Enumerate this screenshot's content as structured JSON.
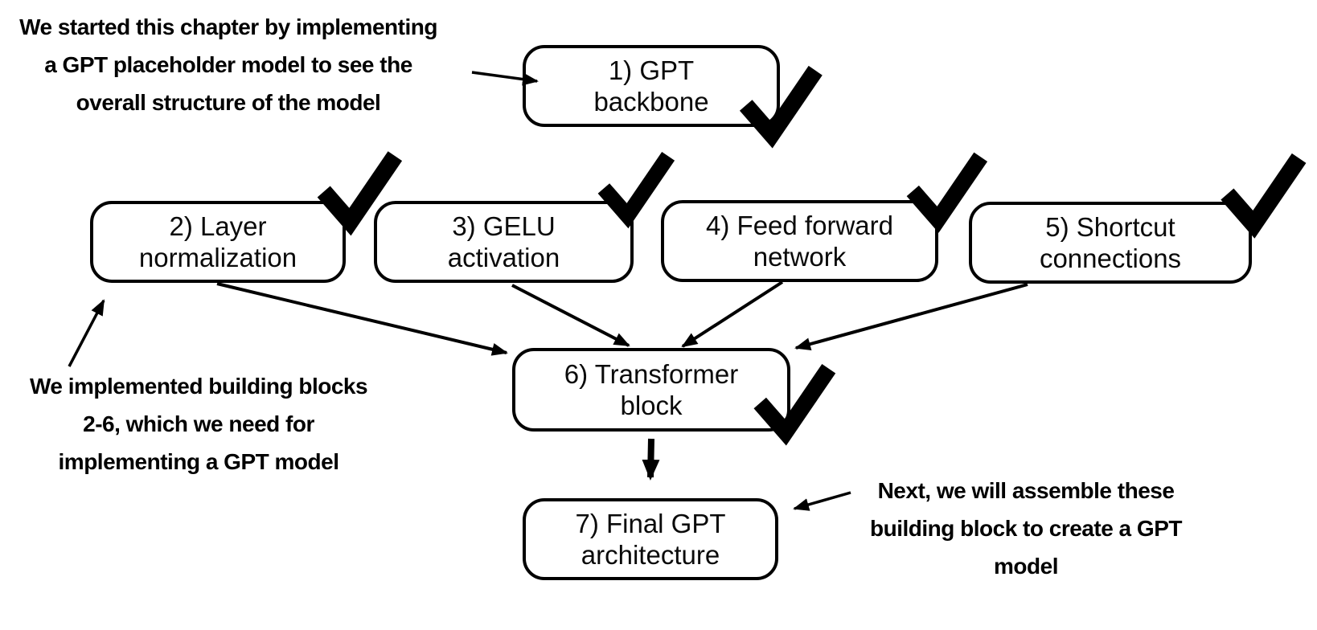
{
  "page": {
    "background_color": "#ffffff",
    "foreground_color": "#000000"
  },
  "diagram": {
    "boxes": [
      {
        "id": 1,
        "line1": "1) GPT",
        "line2": "backbone",
        "checked": true
      },
      {
        "id": 2,
        "line1": "2) Layer",
        "line2": "normalization",
        "checked": true
      },
      {
        "id": 3,
        "line1": "3) GELU",
        "line2": "activation",
        "checked": true
      },
      {
        "id": 4,
        "line1": "4) Feed forward",
        "line2": "network",
        "checked": true
      },
      {
        "id": 5,
        "line1": "5) Shortcut",
        "line2": "connections",
        "checked": true
      },
      {
        "id": 6,
        "line1": "6) Transformer",
        "line2": "block",
        "checked": true
      },
      {
        "id": 7,
        "line1": "7) Final GPT",
        "line2": "architecture",
        "checked": false
      }
    ],
    "annotations": {
      "top_left": {
        "lines": [
          "We started this chapter by implementing",
          "a GPT placeholder model to see the",
          "overall structure of the model"
        ],
        "points_to": "box-1"
      },
      "left": {
        "lines": [
          "We implemented building blocks",
          "2-6, which we need for",
          "implementing a GPT model"
        ],
        "points_to": "box-2"
      },
      "right": {
        "lines": [
          "Next, we will assemble these",
          "building block to create a GPT",
          "model"
        ],
        "points_to": "box-7"
      }
    },
    "edges": [
      {
        "from": "box-2",
        "to": "box-6"
      },
      {
        "from": "box-3",
        "to": "box-6"
      },
      {
        "from": "box-4",
        "to": "box-6"
      },
      {
        "from": "box-5",
        "to": "box-6"
      },
      {
        "from": "box-6",
        "to": "box-7"
      }
    ],
    "icons": {
      "checkmark": "checkmark-icon"
    }
  }
}
